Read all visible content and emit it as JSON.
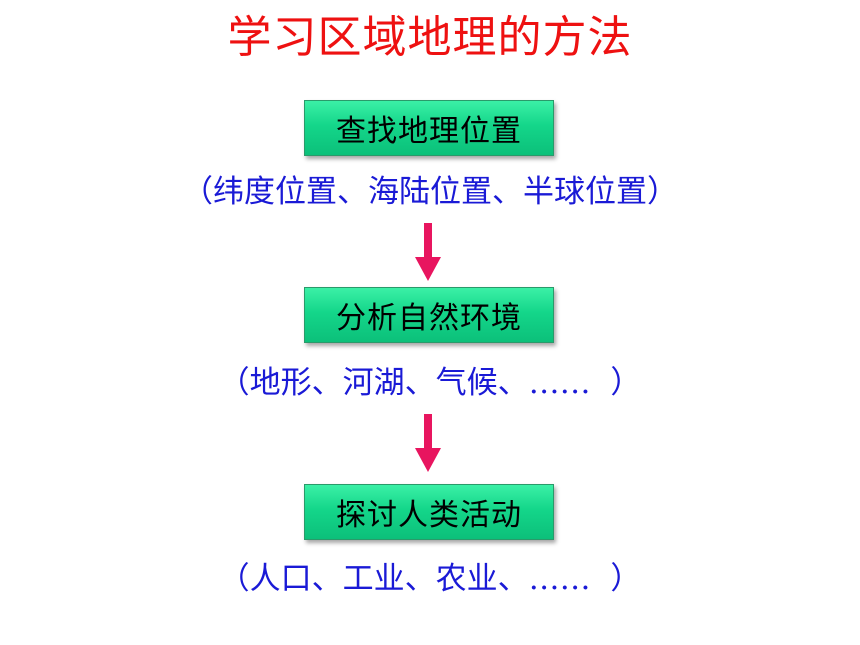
{
  "title": "学习区域地理的方法",
  "colors": {
    "title": "#ee1111",
    "step_fill": "#14d68a",
    "detail_text": "#1a1ad6",
    "arrow": "#e8155f"
  },
  "steps": [
    {
      "label": "查找地理位置",
      "detail": "（纬度位置、海陆位置、半球位置）"
    },
    {
      "label": "分析自然环境",
      "detail": "（地形、河湖、气候、……  ）"
    },
    {
      "label": "探讨人类活动",
      "detail": "（人口、工业、农业、……  ）"
    }
  ]
}
